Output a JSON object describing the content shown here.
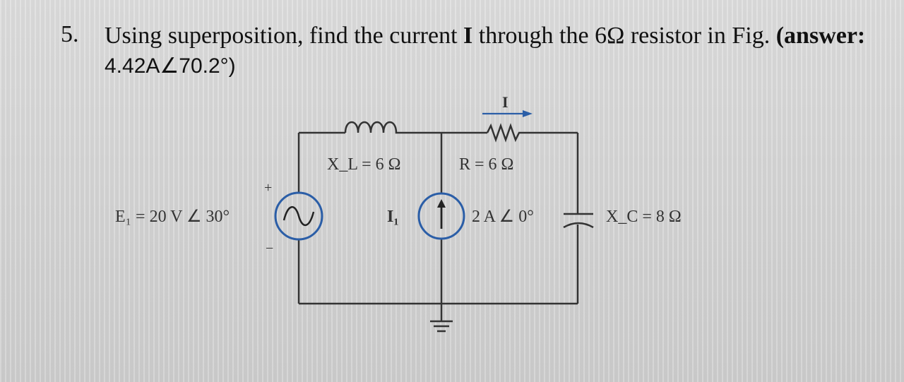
{
  "question": {
    "number": "5.",
    "text_part1": "Using superposition, find the current ",
    "current_var": "I",
    "text_part2": " through the 6Ω resistor in Fig. ",
    "answer_label": "(answer:",
    "answer_value": "4.42A∠70.2°)"
  },
  "circuit": {
    "source_voltage_label": "E₁ = 20 V ∠ 30°",
    "plus_sign": "+",
    "minus_sign": "−",
    "inductor_label": "X_L = 6 Ω",
    "resistor_label": "R = 6 Ω",
    "current_arrow_label": "I",
    "current_source_name": "I₁",
    "current_source_value": "2 A ∠ 0°",
    "capacitor_label": "X_C = 8 Ω"
  }
}
